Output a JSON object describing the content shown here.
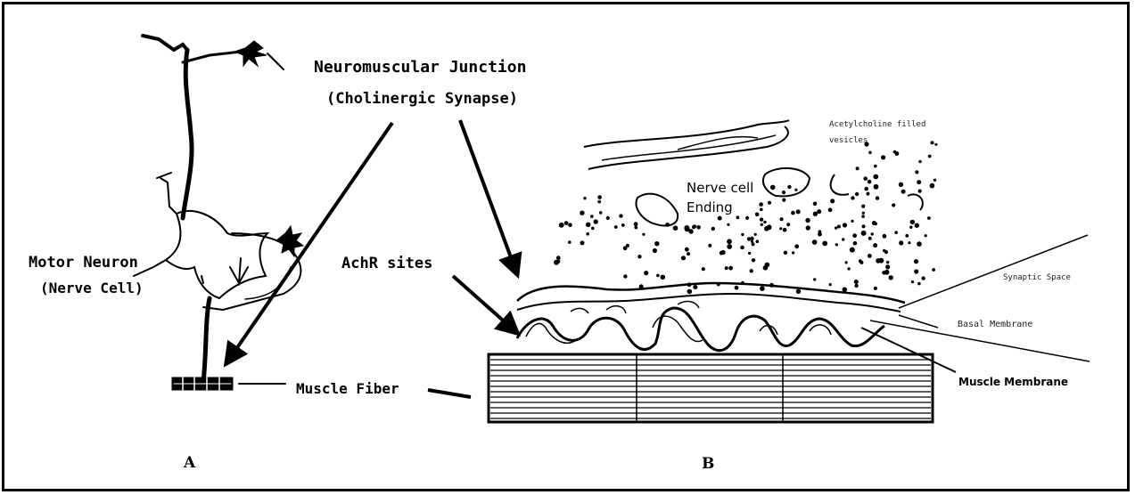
{
  "panels": {
    "a_label": "A",
    "b_label": "B"
  },
  "labels": {
    "neuromuscular_junction": "Neuromuscular Junction",
    "cholinergic_synapse": "(Cholinergic Synapse)",
    "motor_neuron": "Motor Neuron",
    "nerve_cell": "(Nerve Cell)",
    "achr_sites": "AchR sites",
    "muscle_fiber": "Muscle Fiber",
    "nerve_cell_ending_1": "Nerve cell",
    "nerve_cell_ending_2": "Ending",
    "acetylcholine_vesicles_1": "Acetylcholine filled",
    "acetylcholine_vesicles_2": "vesicles",
    "synaptic_space": "Synaptic Space",
    "basal_membrane": "Basal Membrane",
    "muscle_membrane": "Muscle Membrane"
  },
  "colors": {
    "ink": "#000000",
    "background": "#ffffff"
  }
}
